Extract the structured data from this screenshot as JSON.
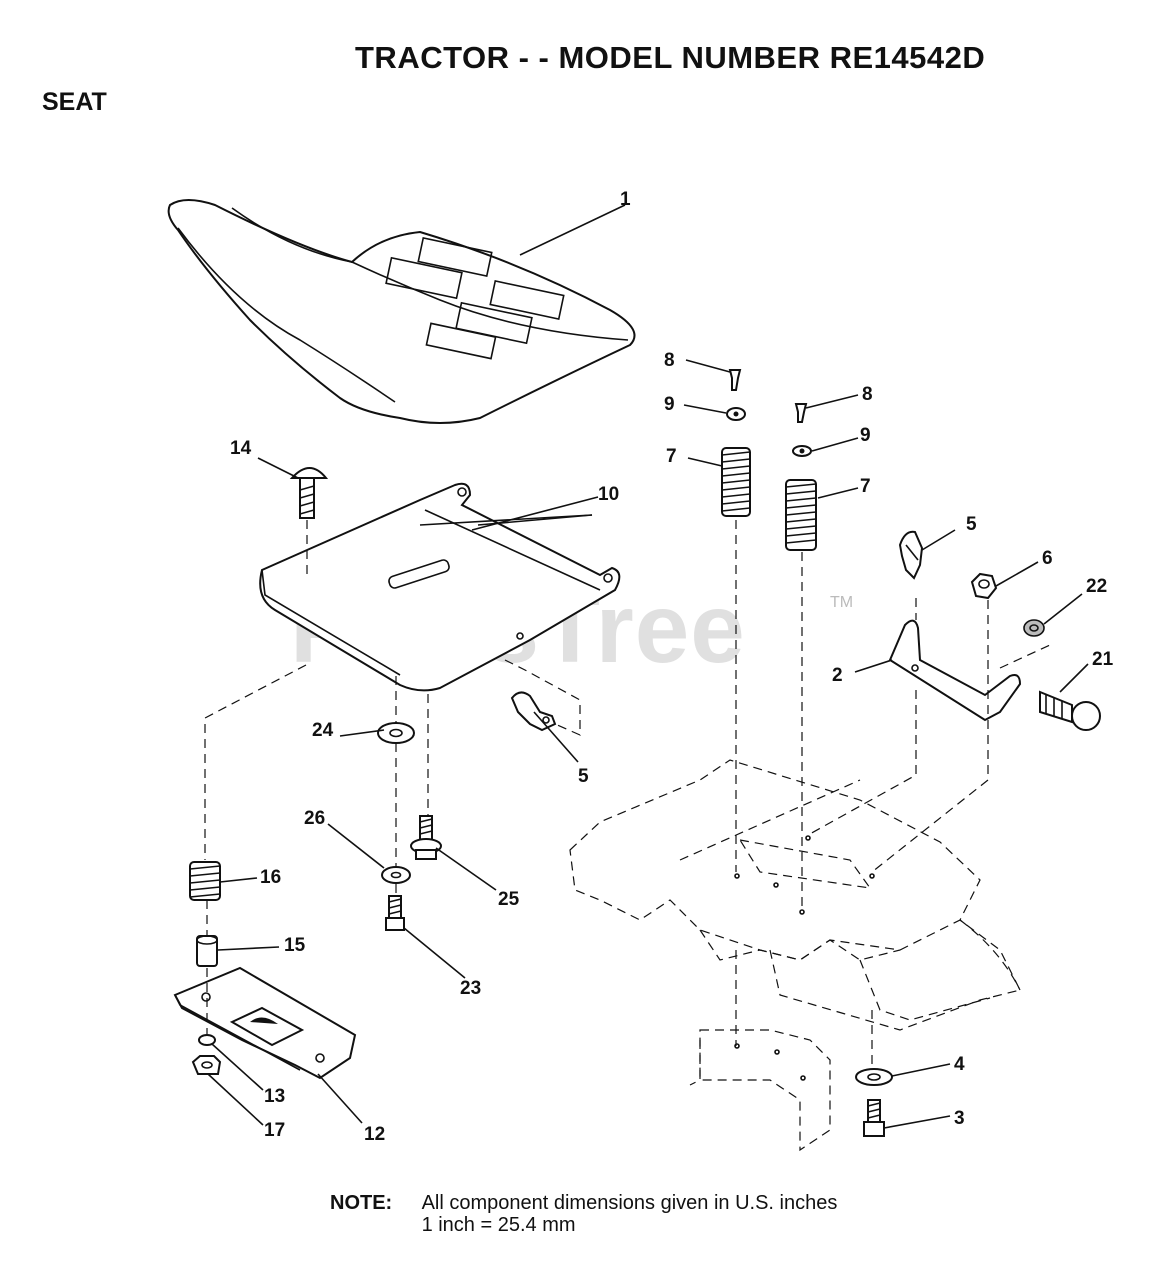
{
  "header": {
    "title": "TRACTOR - - MODEL NUMBER RE14542D",
    "section": "SEAT"
  },
  "watermark": {
    "text": "PartsTree",
    "tm": "TM"
  },
  "callouts": {
    "c1": "1",
    "c2": "2",
    "c3": "3",
    "c4": "4",
    "c5a": "5",
    "c5b": "5",
    "c6": "6",
    "c7a": "7",
    "c7b": "7",
    "c8a": "8",
    "c8b": "8",
    "c9a": "9",
    "c9b": "9",
    "c10": "10",
    "c12": "12",
    "c13": "13",
    "c14": "14",
    "c15": "15",
    "c16": "16",
    "c17": "17",
    "c21": "21",
    "c22": "22",
    "c23": "23",
    "c24": "24",
    "c25": "25",
    "c26": "26"
  },
  "note": {
    "label": "NOTE:",
    "line1": "All component dimensions given in U.S. inches",
    "line2": "1 inch = 25.4 mm"
  }
}
